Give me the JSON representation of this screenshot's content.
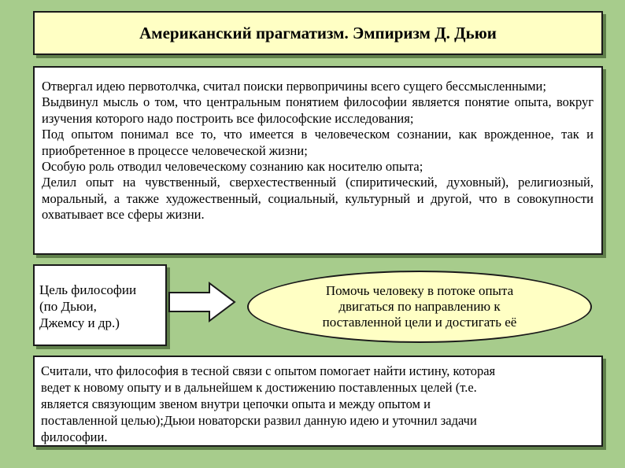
{
  "title": "Американский прагматизм. Эмпиризм Д. Дьюи",
  "main_paragraphs": [
    "Отвергал идею первотолчка, считал поиски первопричины всего сущего бессмысленными;",
    "Выдвинул мысль о том, что центральным понятием философии является понятие опыта, вокруг изучения которого надо построить все философские исследования;",
    "Под опытом понимал все то, что имеется в человеческом сознании, как врожденное, так и приобретенное в процессе человеческой жизни;",
    "Особую роль отводил человеческому сознанию как носителю опыта;",
    "Делил опыт на чувственный, сверхестественный (спиритический, духовный), религиозный, моральный, а также художественный, социальный, культурный и другой, что в совокупности охватывает все сферы жизни."
  ],
  "goal_label_lines": [
    "Цель философии",
    "(по Дьюи,",
    "Джемсу и др.)"
  ],
  "goal_statement_lines": [
    "Помочь человеку в потоке опыта",
    "двигаться по направлению к",
    "поставленной цели и достигать её"
  ],
  "conclusion_lines": [
    "Считали, что философия в тесной связи с опытом помогает найти истину, которая",
    "ведет к новому опыту и в дальнейшем к достижению поставленных целей (т.е.",
    "является связующим звеном внутри цепочки опыта и между опытом и",
    "поставленной целью);Дьюи новаторски развил данную идею и уточнил задачи",
    "философии."
  ],
  "colors": {
    "background": "#a7cc8c",
    "highlight_fill": "#ffffc4",
    "box_fill": "#ffffff",
    "border": "#1a1a1a"
  },
  "icons": {
    "arrow": "right-arrow-icon"
  }
}
